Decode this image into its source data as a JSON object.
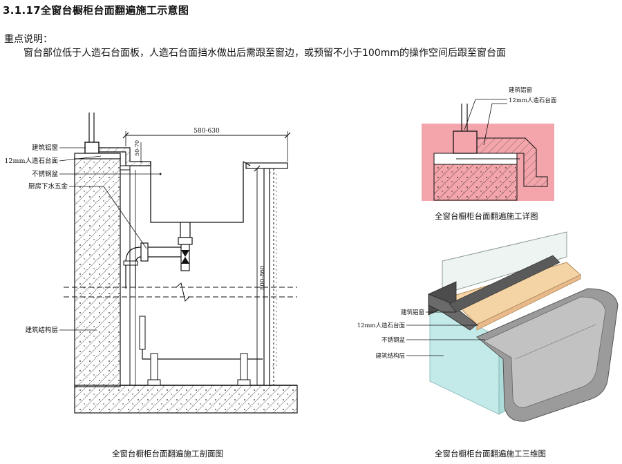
{
  "title": "3.1.17全窗台橱柜台面翻遍施工示意图",
  "key_points": {
    "heading": "重点说明：",
    "text": "窗台部位低于人造石台面板，人造石台面挡水做出后需跟至窗边，或预留不小于100mm的操作空间后跟至窗台面"
  },
  "section": {
    "caption": "全窗台橱柜台面翻遍施工剖面图",
    "labels": {
      "window": "建筑铝窗",
      "countertop": "12mm人造石台面",
      "sink": "不锈钢盆",
      "hardware": "厨房下水五金",
      "structure": "建筑结构层"
    },
    "dims": {
      "width": "580-630",
      "lip": "50-70",
      "height": "800-860"
    }
  },
  "detail": {
    "caption": "全窗台橱柜台面翻遍施工详图",
    "labels": {
      "window": "建筑铝窗",
      "countertop": "12mm人造石台面"
    },
    "highlight_color": "#f3a5ab"
  },
  "three_d": {
    "caption": "全窗台橱柜台面翻遍施工三维图",
    "labels": {
      "window": "建筑铝窗",
      "countertop": "12mm人造石台面",
      "sink": "不锈钢盆",
      "structure": "建筑结构层"
    }
  }
}
